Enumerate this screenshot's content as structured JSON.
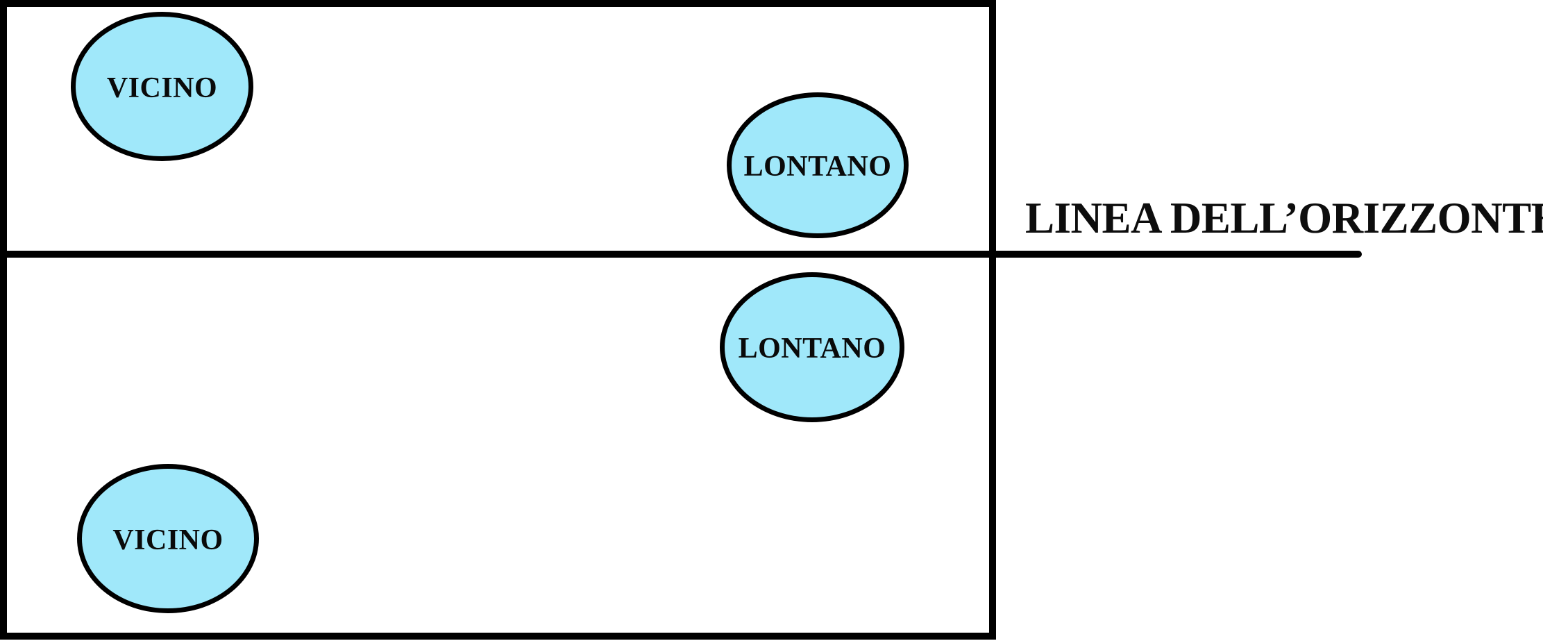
{
  "diagram": {
    "description": "Perspective drawing teaching diagram: picture plane split by horizon line",
    "horizon_label": "LINEA DELL’ORIZZONTE",
    "ellipses": [
      {
        "label": "VICINO",
        "position": "upper-left",
        "zone": "above-horizon"
      },
      {
        "label": "LONTANO",
        "position": "upper-right",
        "zone": "above-horizon"
      },
      {
        "label": "LONTANO",
        "position": "lower-right",
        "zone": "below-horizon"
      },
      {
        "label": "VICINO",
        "position": "lower-left",
        "zone": "below-horizon"
      }
    ],
    "colors": {
      "ellipse_fill": "#a0e8fa",
      "stroke": "#000000",
      "background": "#ffffff"
    }
  }
}
